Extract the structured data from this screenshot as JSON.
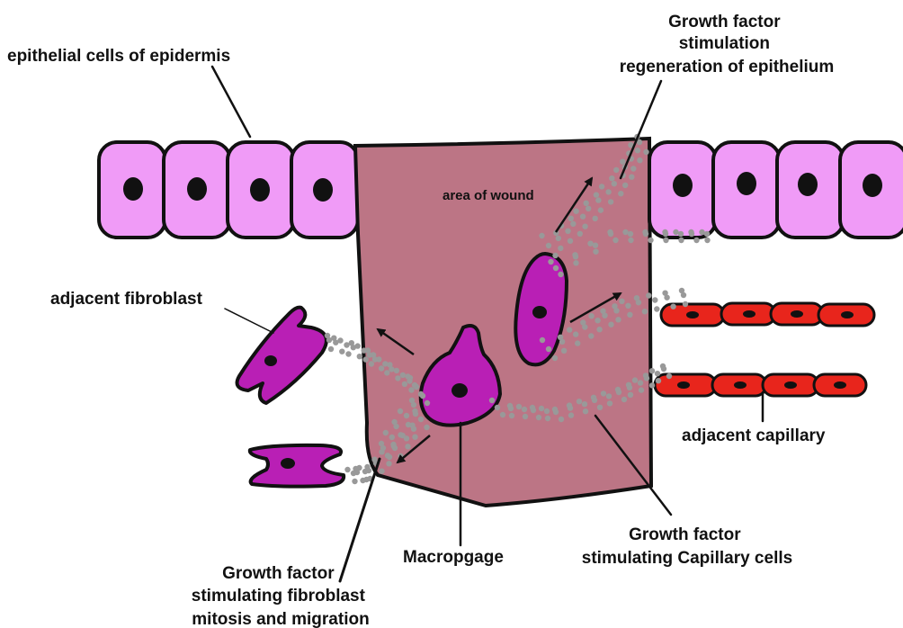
{
  "labels": {
    "epithelial": "epithelial cells of epidermis",
    "growth_epi": [
      "Growth factor",
      "stimulation",
      "regeneration of epithelium"
    ],
    "wound": "area of wound",
    "fibroblast": "adjacent fibroblast",
    "capillary": "adjacent capillary",
    "growth_cap": [
      "Growth factor",
      "stimulating Capillary cells"
    ],
    "macrophage": "Macropgage",
    "growth_fib": [
      "Growth factor",
      "stimulating fibroblast",
      "mitosis and migration"
    ]
  },
  "colors": {
    "epithelial_cell": "#f09bf7",
    "wound": "#bc7585",
    "fibroblast": "#b91fb5",
    "capillary": "#e8251c",
    "nucleus": "#111111",
    "dots": "#999999"
  }
}
